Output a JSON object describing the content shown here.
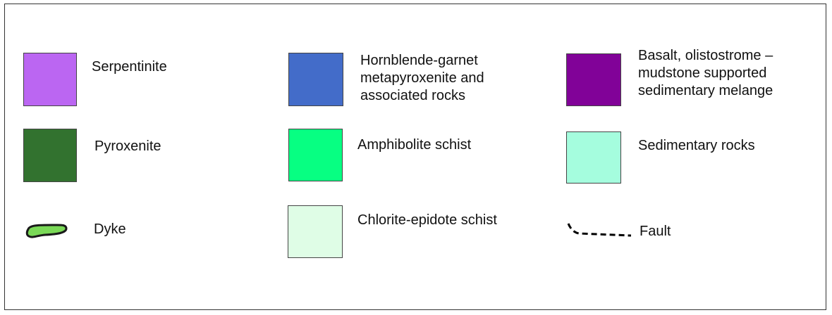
{
  "legend": {
    "items": [
      {
        "key": "serpentinite",
        "label": "Serpentinite",
        "color": "#bb66f2",
        "symbol": "box"
      },
      {
        "key": "hornblende",
        "label": "Hornblende-garnet\nmetapyroxenite and\nassociated rocks",
        "color": "#436cc9",
        "symbol": "box"
      },
      {
        "key": "basalt",
        "label": "Basalt, olistostrome –\nmudstone supported\nsedimentary melange",
        "color": "#810298",
        "symbol": "box"
      },
      {
        "key": "pyroxenite",
        "label": "Pyroxenite",
        "color": "#32722f",
        "symbol": "box"
      },
      {
        "key": "amphibolite",
        "label": "Amphibolite schist",
        "color": "#07ff82",
        "symbol": "box"
      },
      {
        "key": "sedimentary",
        "label": "Sedimentary rocks",
        "color": "#a5fdde",
        "symbol": "box"
      },
      {
        "key": "dyke",
        "label": "Dyke",
        "color": "#7ad957",
        "symbol": "dyke"
      },
      {
        "key": "chlorite",
        "label": "Chlorite-epidote schist",
        "color": "#dffde6",
        "symbol": "box"
      },
      {
        "key": "fault",
        "label": "Fault",
        "color": "#000000",
        "symbol": "fault"
      }
    ]
  }
}
